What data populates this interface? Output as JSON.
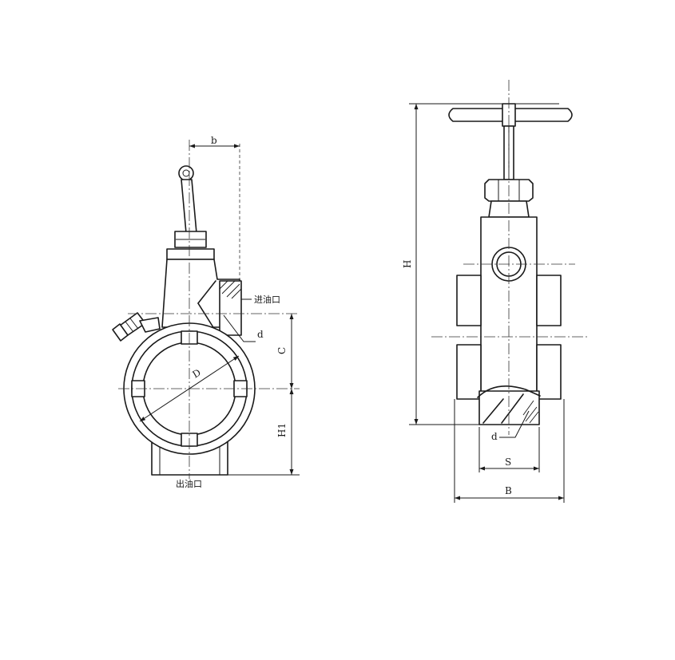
{
  "labels": {
    "inlet": "进油口",
    "outlet": "出油口",
    "dim_b": "b",
    "dim_c": "C",
    "dim_d_left": "d",
    "dim_D": "D",
    "dim_h1": "H1",
    "dim_h": "H",
    "dim_d_right": "d",
    "dim_s": "S",
    "dim_B": "B"
  }
}
